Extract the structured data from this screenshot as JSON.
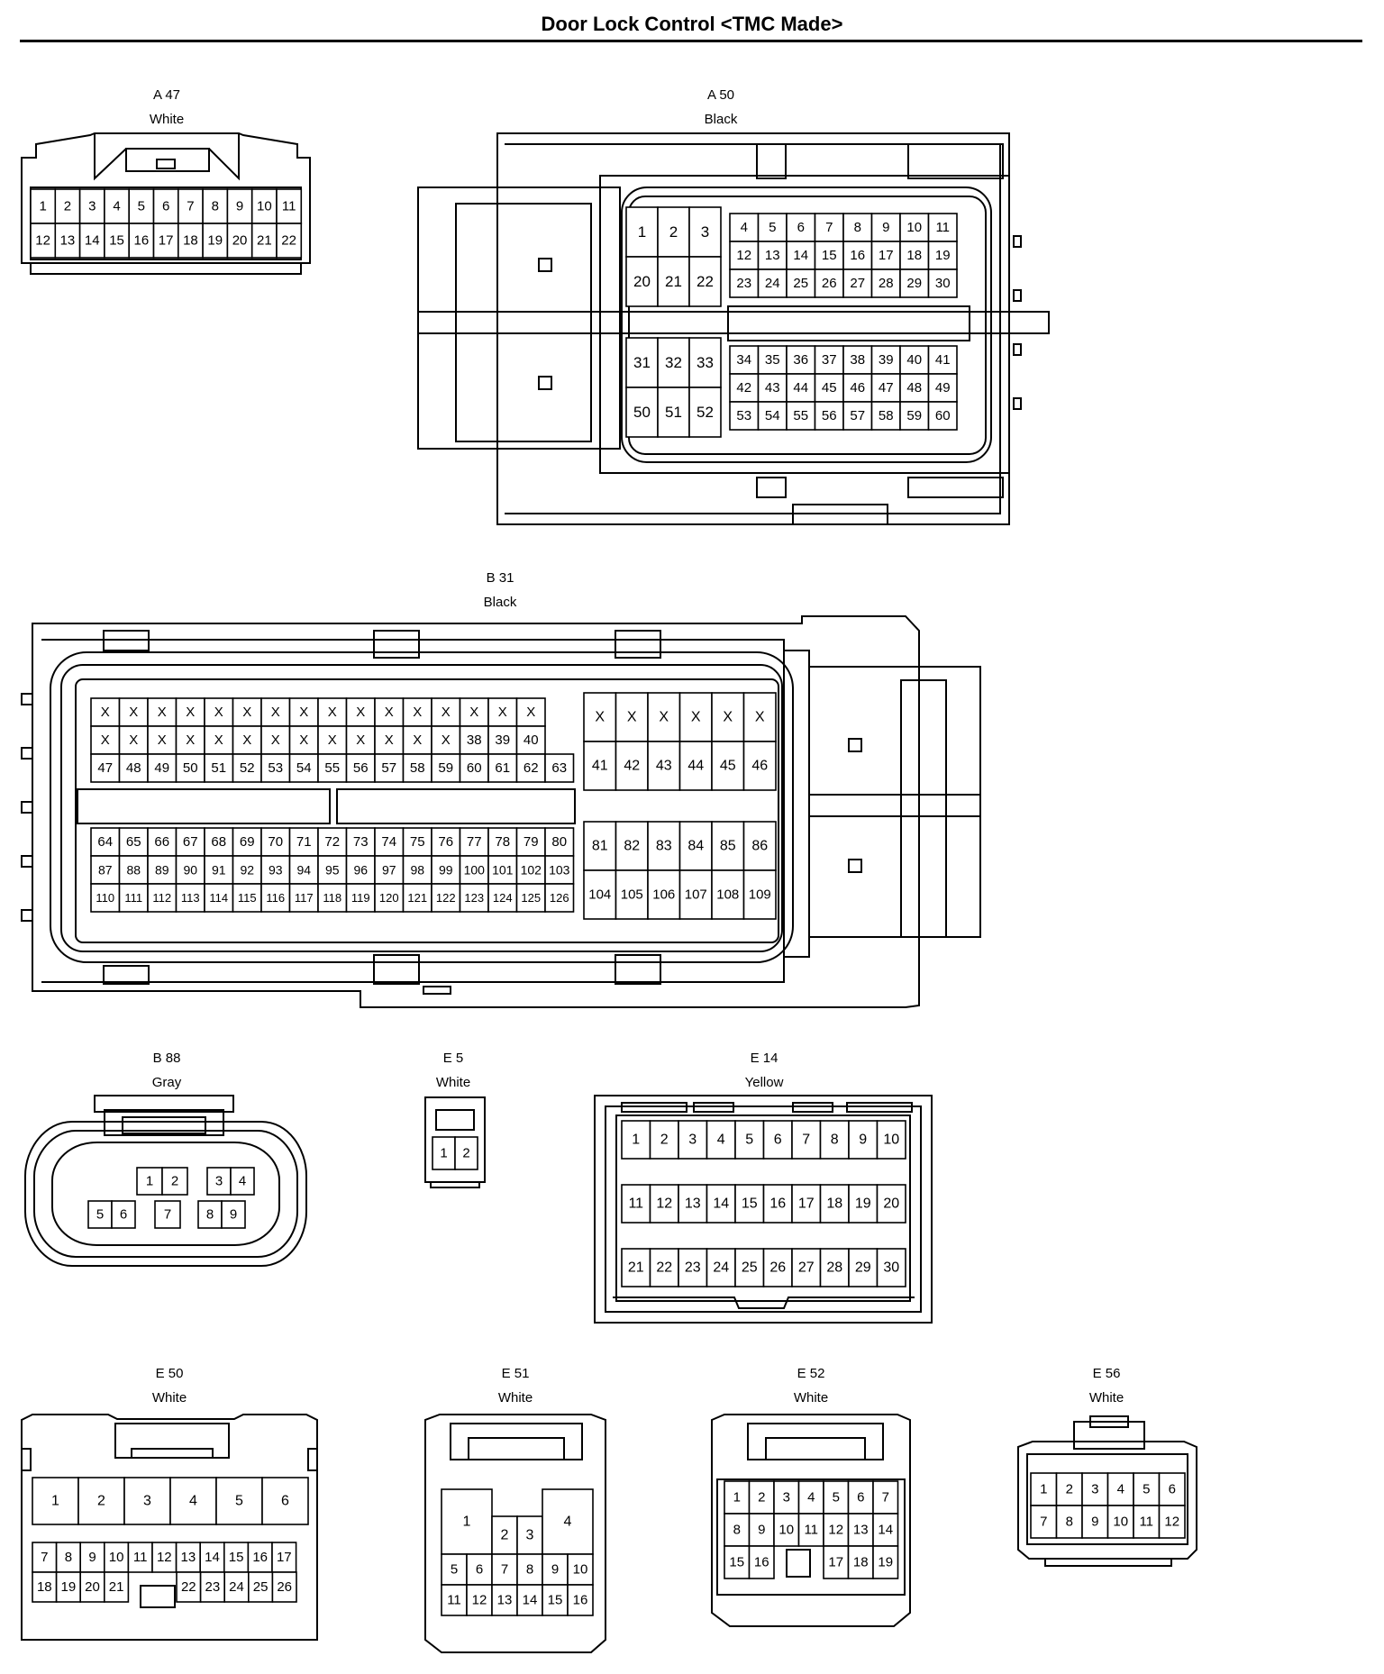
{
  "title": "Door Lock Control <TMC Made>",
  "connectors": {
    "A47": {
      "code": "A 47",
      "color": "White"
    },
    "A50": {
      "code": "A 50",
      "color": "Black"
    },
    "B31": {
      "code": "B 31",
      "color": "Black"
    },
    "B88": {
      "code": "B 88",
      "color": "Gray"
    },
    "E5": {
      "code": "E 5",
      "color": "White"
    },
    "E14": {
      "code": "E 14",
      "color": "Yellow"
    },
    "E50": {
      "code": "E 50",
      "color": "White"
    },
    "E51": {
      "code": "E 51",
      "color": "White"
    },
    "E52": {
      "code": "E 52",
      "color": "White"
    },
    "E56": {
      "code": "E 56",
      "color": "White"
    }
  },
  "pins": {
    "A47": {
      "r1": [
        "1",
        "2",
        "3",
        "4",
        "5",
        "6",
        "7",
        "8",
        "9",
        "10",
        "11"
      ],
      "r2": [
        "12",
        "13",
        "14",
        "15",
        "16",
        "17",
        "18",
        "19",
        "20",
        "21",
        "22"
      ]
    },
    "A50": {
      "bl1": [
        "1",
        "2",
        "3",
        "20",
        "21",
        "22"
      ],
      "br1": [
        "4",
        "5",
        "6",
        "7",
        "8",
        "9",
        "10",
        "11"
      ],
      "br2": [
        "12",
        "13",
        "14",
        "15",
        "16",
        "17",
        "18",
        "19"
      ],
      "br3": [
        "23",
        "24",
        "25",
        "26",
        "27",
        "28",
        "29",
        "30"
      ],
      "bl2": [
        "31",
        "32",
        "33",
        "50",
        "51",
        "52"
      ],
      "br4": [
        "34",
        "35",
        "36",
        "37",
        "38",
        "39",
        "40",
        "41"
      ],
      "br5": [
        "42",
        "43",
        "44",
        "45",
        "46",
        "47",
        "48",
        "49"
      ],
      "br6": [
        "53",
        "54",
        "55",
        "56",
        "57",
        "58",
        "59",
        "60"
      ]
    },
    "B31": {
      "r1": [
        "X",
        "X",
        "X",
        "X",
        "X",
        "X",
        "X",
        "X",
        "X",
        "X",
        "X",
        "X",
        "X",
        "X",
        "X",
        "X"
      ],
      "r2": [
        "X",
        "X",
        "X",
        "X",
        "X",
        "X",
        "X",
        "X",
        "X",
        "X",
        "X",
        "X",
        "X",
        "38",
        "39",
        "40"
      ],
      "r3": [
        "47",
        "48",
        "49",
        "50",
        "51",
        "52",
        "53",
        "54",
        "55",
        "56",
        "57",
        "58",
        "59",
        "60",
        "61",
        "62",
        "63"
      ],
      "rtop1": [
        "X",
        "X",
        "X",
        "X",
        "X",
        "X"
      ],
      "rtop2": [
        "41",
        "42",
        "43",
        "44",
        "45",
        "46"
      ],
      "r4": [
        "64",
        "65",
        "66",
        "67",
        "68",
        "69",
        "70",
        "71",
        "72",
        "73",
        "74",
        "75",
        "76",
        "77",
        "78",
        "79",
        "80"
      ],
      "r5": [
        "87",
        "88",
        "89",
        "90",
        "91",
        "92",
        "93",
        "94",
        "95",
        "96",
        "97",
        "98",
        "99",
        "100",
        "101",
        "102",
        "103"
      ],
      "r6": [
        "110",
        "111",
        "112",
        "113",
        "114",
        "115",
        "116",
        "117",
        "118",
        "119",
        "120",
        "121",
        "122",
        "123",
        "124",
        "125",
        "126"
      ],
      "rbot1": [
        "81",
        "82",
        "83",
        "84",
        "85",
        "86"
      ],
      "rbot2": [
        "104",
        "105",
        "106",
        "107",
        "108",
        "109"
      ]
    },
    "B88": {
      "all": [
        "1",
        "2",
        "3",
        "4",
        "5",
        "6",
        "7",
        "8",
        "9"
      ]
    },
    "E5": {
      "all": [
        "1",
        "2"
      ]
    },
    "E14": {
      "r1": [
        "1",
        "2",
        "3",
        "4",
        "5",
        "6",
        "7",
        "8",
        "9",
        "10"
      ],
      "r2": [
        "11",
        "12",
        "13",
        "14",
        "15",
        "16",
        "17",
        "18",
        "19",
        "20"
      ],
      "r3": [
        "21",
        "22",
        "23",
        "24",
        "25",
        "26",
        "27",
        "28",
        "29",
        "30"
      ]
    },
    "E50": {
      "r1": [
        "1",
        "2",
        "3",
        "4",
        "5",
        "6"
      ],
      "r2": [
        "7",
        "8",
        "9",
        "10",
        "11",
        "12",
        "13",
        "14",
        "15",
        "16",
        "17"
      ],
      "r3": [
        "18",
        "19",
        "20",
        "21",
        "22",
        "23",
        "24",
        "25",
        "26"
      ]
    },
    "E51": {
      "all": [
        "1",
        "2",
        "3",
        "4",
        "5",
        "6",
        "7",
        "8",
        "9",
        "10",
        "11",
        "12",
        "13",
        "14",
        "15",
        "16"
      ]
    },
    "E52": {
      "r1": [
        "1",
        "2",
        "3",
        "4",
        "5",
        "6",
        "7"
      ],
      "r2": [
        "8",
        "9",
        "10",
        "11",
        "12",
        "13",
        "14"
      ],
      "r3": [
        "15",
        "16",
        "17",
        "18",
        "19"
      ]
    },
    "E56": {
      "r1": [
        "1",
        "2",
        "3",
        "4",
        "5",
        "6"
      ],
      "r2": [
        "7",
        "8",
        "9",
        "10",
        "11",
        "12"
      ]
    }
  }
}
